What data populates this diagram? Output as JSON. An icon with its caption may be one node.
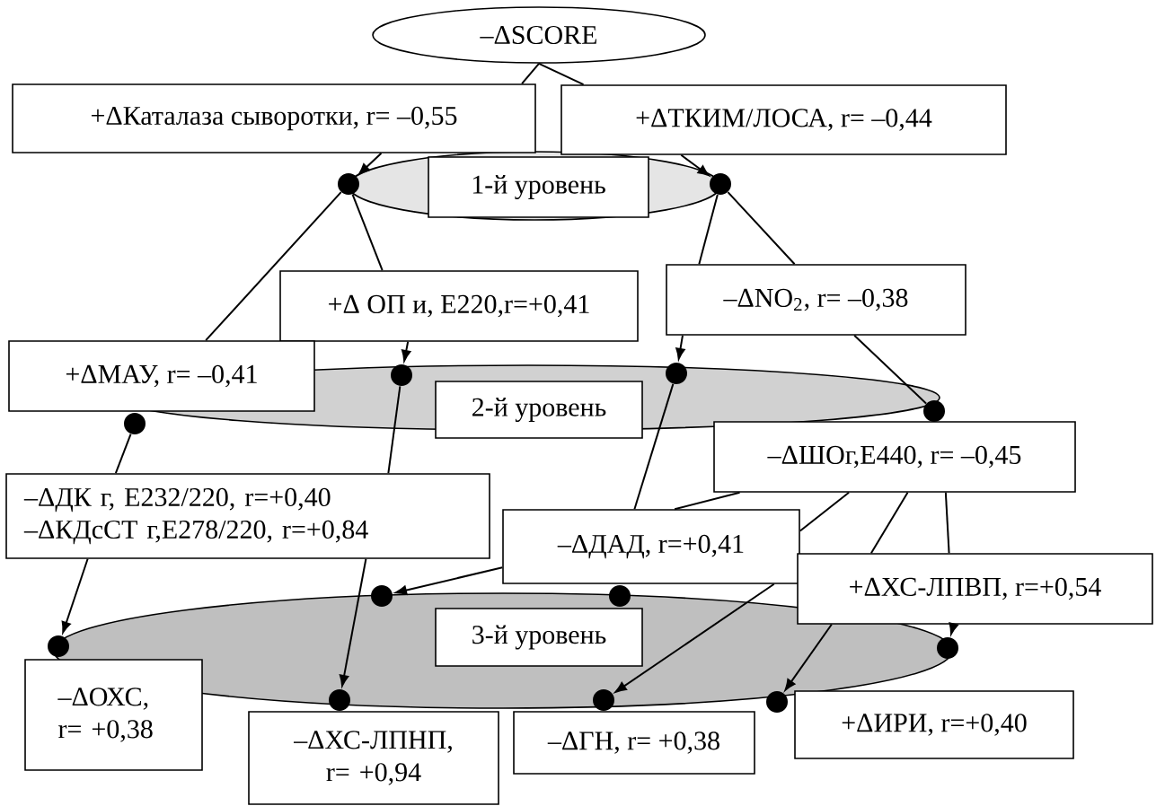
{
  "diagram": {
    "nodes": [
      {
        "text": [
          "–ΔSCORE"
        ]
      },
      {
        "text": [
          "+ΔКаталаза сыворотки, r= –0,55"
        ]
      },
      {
        "text": [
          "+ΔТКИМ/ЛОСА, r= –0,44"
        ]
      },
      {
        "text": [
          "1-й уровень"
        ]
      },
      {
        "text": [],
        "shape": "circle"
      },
      {
        "text": [],
        "shape": "circle"
      },
      {
        "text": [
          "+Δ ОП и, E220,r=+0,41"
        ]
      },
      {
        "text": [
          "–ΔNO$_{2}$, r= –0,38"
        ]
      },
      {
        "text": [
          "+ΔМАУ, r= –0,41"
        ]
      },
      {
        "text": [
          "2-й уровень"
        ]
      },
      {
        "text": [],
        "shape": "circle"
      },
      {
        "text": [],
        "shape": "circle"
      },
      {
        "text": [],
        "shape": "circle"
      },
      {
        "text": [],
        "shape": "circle"
      },
      {
        "text": [
          "–ΔШОг,E440, r= –0,45"
        ]
      },
      {
        "text": [
          "–ΔДК г, E232/220, r=+0,40",
          "–ΔКДсСТ г,E278/220, r=+0,84"
        ]
      },
      {
        "text": [
          "–ΔДАД, r=+0,41"
        ]
      },
      {
        "text": [
          "+ΔХС-ЛПВП, r=+0,54"
        ]
      },
      {
        "text": [
          "3-й уровень"
        ]
      },
      {
        "text": [],
        "shape": "circle"
      },
      {
        "text": [],
        "shape": "circle"
      },
      {
        "text": [],
        "shape": "circle"
      },
      {
        "text": [],
        "shape": "circle"
      },
      {
        "text": [],
        "shape": "circle"
      },
      {
        "text": [],
        "shape": "circle"
      },
      {
        "text": [],
        "shape": "circle"
      },
      {
        "text": [
          "–ΔОХС, r= +0,38"
        ]
      },
      {
        "text": [
          "–ΔХС-ЛПНП, r= +0,94"
        ]
      },
      {
        "text": [
          "–ΔГН, r= +0,38"
        ]
      },
      {
        "text": [
          "+ΔИРИ, r=+0,40"
        ]
      }
    ],
    "edges": [
      {
        "from": 0,
        "to": 1,
        "arrow": "none"
      },
      {
        "from": 0,
        "to": 2,
        "arrow": "none"
      },
      {
        "from": 1,
        "to": 4,
        "arrow": "to"
      },
      {
        "from": 2,
        "to": 5,
        "arrow": "to"
      },
      {
        "from": 4,
        "to": 8,
        "arrow": "none"
      },
      {
        "from": 4,
        "to": 6,
        "arrow": "none"
      },
      {
        "from": 5,
        "to": 7,
        "arrow": "none"
      },
      {
        "from": 5,
        "to": 7,
        "arrow": "none"
      },
      {
        "from": 7,
        "to": 13,
        "arrow": "none"
      },
      {
        "from": 6,
        "to": 11,
        "arrow": "to"
      },
      {
        "from": 7,
        "to": 12,
        "arrow": "to"
      },
      {
        "from": 10,
        "to": 15,
        "arrow": "none"
      },
      {
        "from": 15,
        "to": 19,
        "arrow": "to"
      },
      {
        "from": 11,
        "to": 15,
        "arrow": "none"
      },
      {
        "from": 15,
        "to": 20,
        "arrow": "to"
      },
      {
        "from": 12,
        "to": 16,
        "arrow": "none"
      },
      {
        "from": 14,
        "to": 16,
        "arrow": "none"
      },
      {
        "from": 16,
        "to": 21,
        "arrow": "to"
      },
      {
        "from": 14,
        "to": 16,
        "arrow": "none"
      },
      {
        "from": 16,
        "to": 22,
        "arrow": "to"
      },
      {
        "from": 14,
        "to": 17,
        "arrow": "none"
      },
      {
        "from": 17,
        "to": 24,
        "arrow": "to"
      },
      {
        "from": 14,
        "to": 17,
        "arrow": "none"
      },
      {
        "from": 17,
        "to": 25,
        "arrow": "to"
      }
    ]
  }
}
